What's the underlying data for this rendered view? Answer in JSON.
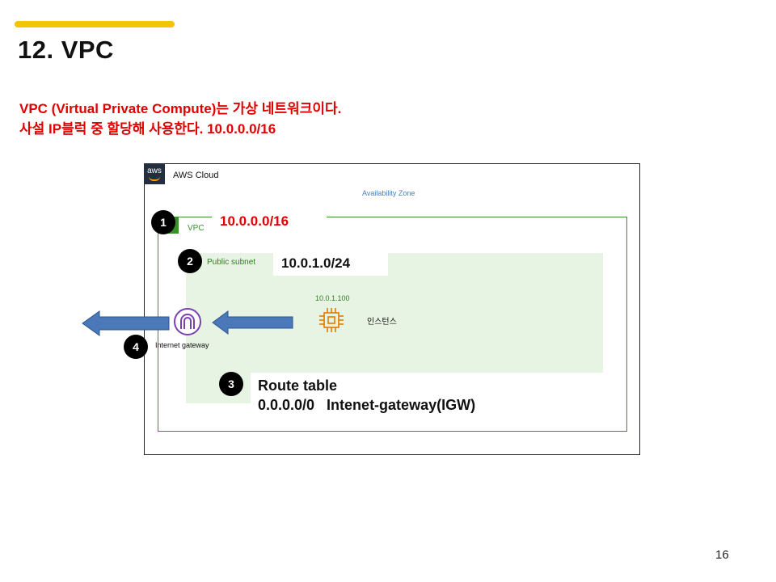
{
  "slide": {
    "title": "12. VPC",
    "subtitle_line1": "VPC (Virtual Private Compute)는 가상 네트워크이다.",
    "subtitle_line2": "사설 IP블럭 중 할당해 사용한다. 10.0.0.0/16",
    "page_number": "16"
  },
  "diagram": {
    "cloud_logo": "aws",
    "cloud_label": "AWS Cloud",
    "az_label": "Availability Zone",
    "vpc_label": "VPC",
    "vpc_cidr": "10.0.0.0/16",
    "subnet_label": "Public subnet",
    "subnet_cidr": "10.0.1.0/24",
    "instance_ip": "10.0.1.100",
    "instance_label": "인스턴스",
    "igw_label": "Internet gateway",
    "route_table_title": "Route table",
    "route_entry": "0.0.0.0/0   Intenet-gateway(IGW)",
    "badges": [
      "1",
      "2",
      "3",
      "4"
    ],
    "icons": {
      "instance": "ec2-instance-chip-icon",
      "igw": "internet-gateway-icon",
      "vpc": "vpc-icon",
      "aws": "aws-logo-icon"
    },
    "colors": {
      "accent": "#f5c400",
      "highlight_text": "#e00000",
      "vpc_border": "#3a8f2a",
      "subnet_fill": "#e8f4e3",
      "instance": "#e07b00",
      "igw": "#7b3fb0",
      "arrow": "#4a78b8",
      "az_text": "#4a7fbd"
    }
  }
}
